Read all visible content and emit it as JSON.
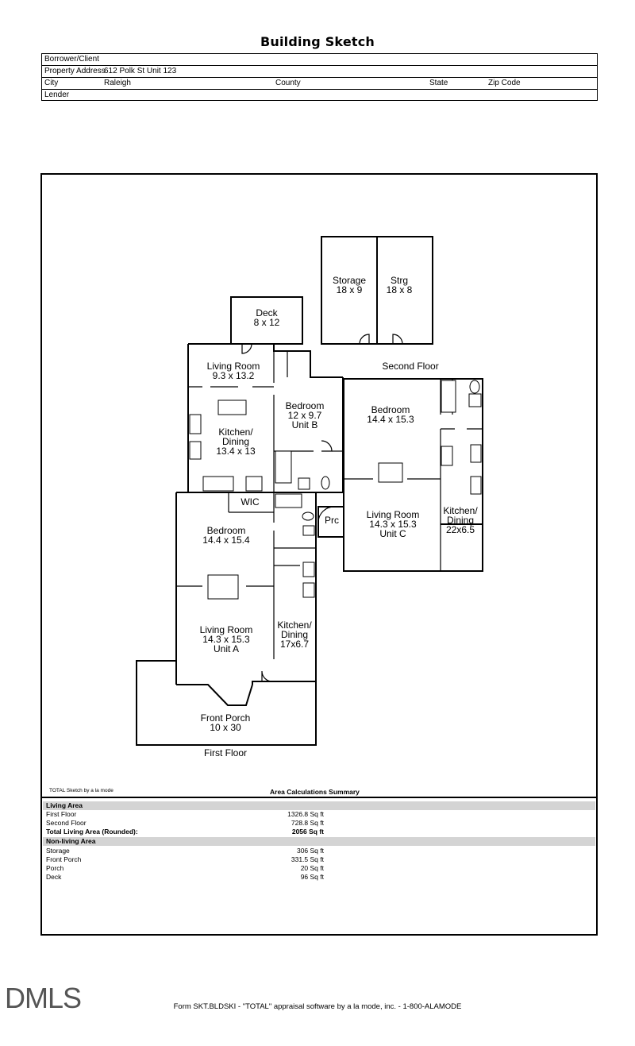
{
  "title": "Building Sketch",
  "header": {
    "borrower_label": "Borrower/Client",
    "address_label": "Property Address",
    "address_value": "612 Polk St Unit 123",
    "city_label": "City",
    "city_value": "Raleigh",
    "county_label": "County",
    "state_label": "State",
    "zip_label": "Zip Code",
    "lender_label": "Lender"
  },
  "rooms": {
    "storage": [
      "Storage",
      "18 x 9"
    ],
    "strg": [
      "Strg",
      "18 x 8"
    ],
    "deck": [
      "Deck",
      "8 x 12"
    ],
    "living_b": [
      "Living Room",
      "9.3 x 13.2"
    ],
    "bedroom_b": [
      "Bedroom",
      "12 x 9.7",
      "Unit B"
    ],
    "kitchen_b": [
      "Kitchen/",
      "Dining",
      "13.4 x 13"
    ],
    "wic": "WIC",
    "bedroom_a": [
      "Bedroom",
      "14.4 x 15.4"
    ],
    "living_a": [
      "Living Room",
      "14.3 x 15.3",
      "Unit A"
    ],
    "kitchen_a": [
      "Kitchen/",
      "Dining",
      "17x6.7"
    ],
    "front_porch": [
      "Front Porch",
      "10 x 30"
    ],
    "bedroom_c": [
      "Bedroom",
      "14.4 x 15.3"
    ],
    "living_c": [
      "Living Room",
      "14.3 x 15.3",
      "Unit C"
    ],
    "kitchen_c": [
      "Kitchen/",
      "Dining",
      "22x6.5"
    ],
    "prc": "Prc"
  },
  "floor_labels": {
    "first": "First Floor",
    "second": "Second Floor"
  },
  "summary": {
    "software_note": "TOTAL Sketch by a la mode",
    "title": "Area Calculations Summary",
    "living_header": "Living Area",
    "living": [
      {
        "label": "First Floor",
        "value": "1326.8 Sq ft"
      },
      {
        "label": "Second Floor",
        "value": "728.8 Sq ft"
      }
    ],
    "total": {
      "label": "Total Living Area (Rounded):",
      "value": "2056 Sq ft"
    },
    "nonliving_header": "Non-living Area",
    "nonliving": [
      {
        "label": "Storage",
        "value": "306 Sq ft"
      },
      {
        "label": "Front Porch",
        "value": "331.5 Sq ft"
      },
      {
        "label": "Porch",
        "value": "20 Sq ft"
      },
      {
        "label": "Deck",
        "value": "96 Sq ft"
      }
    ]
  },
  "logo": "DMLS",
  "footer": "Form SKT.BLDSKI - \"TOTAL\" appraisal software by a la mode, inc. - 1-800-ALAMODE"
}
